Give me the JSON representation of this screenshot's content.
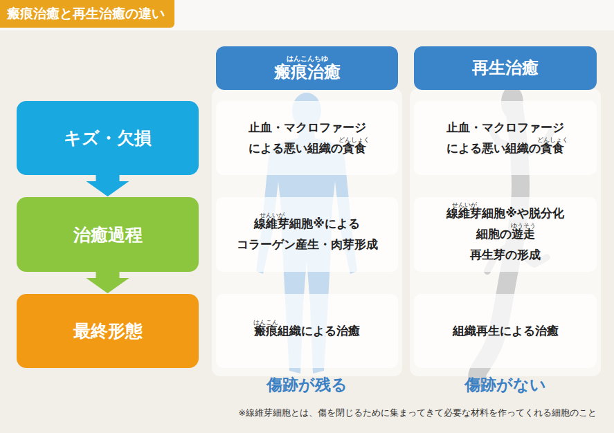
{
  "diagram": {
    "title": "瘢痕治癒と再生治癒の違い",
    "nodes": [
      {
        "text": [
          "はんこんちゆ",
          "瘢痕治癒"
        ]
      },
      {
        "text": [
          "再生治癒"
        ]
      },
      {
        "text": [
          "キズ・欠損"
        ]
      },
      {
        "text": [
          "止血・マクロファージ による悪い組織の貪食",
          "どんしょく"
        ]
      },
      {
        "text": [
          "止血・マクロファージ による悪い組織の貪食",
          "どんしょく"
        ]
      },
      {
        "text": [
          "治癒過程"
        ]
      },
      {
        "text": [
          "線維芽細胞※による コラーゲン産生・肉芽形成",
          "せんいが"
        ]
      },
      {
        "text": [
          "線維芽細胞※や脱分化 細胞の遊走 再生芽の形成",
          "せんいが",
          "ゆうそう"
        ]
      },
      {
        "text": [
          "最終形態"
        ]
      },
      {
        "text": [
          "瘢痕組織による治癒",
          "はんこん"
        ]
      },
      {
        "text": [
          "組織再生による治癒"
        ]
      }
    ],
    "edges": [
      {
        "from": 2,
        "to": 5,
        "arrow": "to"
      },
      {
        "from": 5,
        "to": 8,
        "arrow": "to"
      }
    ],
    "labels": [
      "傷跡が残る",
      "傷跡がない",
      "※線維芽細胞とは、傷を閉じるために集まってきて必要な材料を作ってくれる細胞のこと"
    ]
  }
}
